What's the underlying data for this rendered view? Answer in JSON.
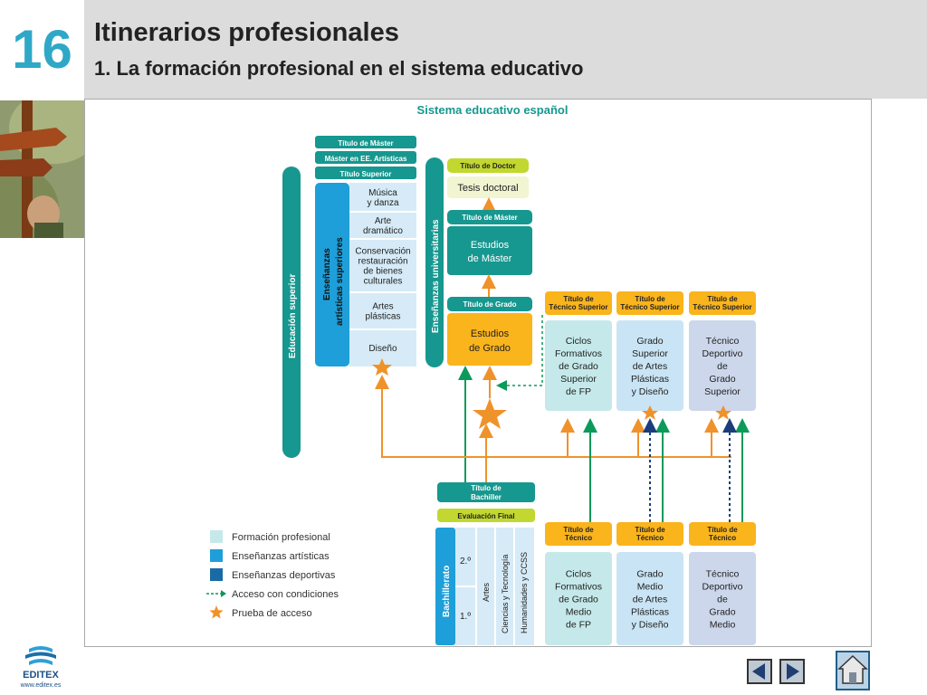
{
  "header": {
    "number": "16",
    "title": "Itinerarios profesionales",
    "subtitle": "1. La formación profesional en el sistema educativo"
  },
  "diagram": {
    "title": "Sistema educativo español",
    "educacion_superior": "Educación superior",
    "artisticas": {
      "side_label_1": "Enseñanzas",
      "side_label_2": "artísticas superiores",
      "titles": [
        "Título de Máster",
        "Máster en EE. Artísticas",
        "Título Superior"
      ],
      "items": [
        [
          "Música",
          "y danza"
        ],
        [
          "Arte",
          "dramático"
        ],
        [
          "Conservación",
          "restauración",
          "de bienes",
          "culturales"
        ],
        [
          "Artes",
          "plásticas"
        ],
        [
          "Diseño"
        ]
      ]
    },
    "universitarias": {
      "side_label": "Enseñanzas universitarias",
      "titulo_doctor": "Título de Doctor",
      "tesis": "Tesis doctoral",
      "titulo_master": "Título de Máster",
      "master": [
        "Estudios",
        "de Máster"
      ],
      "titulo_grado": "Título de Grado",
      "grado": [
        "Estudios",
        "de Grado"
      ]
    },
    "superior_columns": [
      {
        "title": [
          "Título de",
          "Técnico Superior"
        ],
        "body": [
          "Ciclos",
          "Formativos",
          "de Grado",
          "Superior",
          "de FP"
        ]
      },
      {
        "title": [
          "Título de",
          "Técnico Superior"
        ],
        "body": [
          "Grado",
          "Superior",
          "de Artes",
          "Plásticas",
          "y Diseño"
        ]
      },
      {
        "title": [
          "Título de",
          "Técnico Superior"
        ],
        "body": [
          "Técnico",
          "Deportivo",
          "de",
          "Grado",
          "Superior"
        ]
      }
    ],
    "medio_columns": [
      {
        "title": [
          "Título de",
          "Técnico"
        ],
        "body": [
          "Ciclos",
          "Formativos",
          "de Grado",
          "Medio",
          "de FP"
        ]
      },
      {
        "title": [
          "Título de",
          "Técnico"
        ],
        "body": [
          "Grado",
          "Medio",
          "de Artes",
          "Plásticas",
          "y Diseño"
        ]
      },
      {
        "title": [
          "Título de",
          "Técnico"
        ],
        "body": [
          "Técnico",
          "Deportivo",
          "de",
          "Grado",
          "Medio"
        ]
      }
    ],
    "bachiller": {
      "titulo": [
        "Título de",
        "Bachiller"
      ],
      "evaluacion": "Evaluación Final",
      "side": "Bachillerato",
      "cursos": [
        "2.º",
        "1.º"
      ],
      "modalidades": [
        "Artes",
        "Ciencias y Tecnología",
        "Humanidades y CCSS"
      ]
    },
    "legend": [
      {
        "label": "Formación profesional",
        "color": "#c5e9ea"
      },
      {
        "label": "Enseñanzas artísticas",
        "color": "#1e9fd9"
      },
      {
        "label": "Enseñanzas deportivas",
        "color": "#1a6aa5"
      },
      {
        "label": "Acceso con condiciones",
        "color": "#0c9a5a"
      },
      {
        "label": "Prueba de acceso",
        "color": "#f0922a"
      }
    ]
  },
  "footer": {
    "logo_text": "EDITEX",
    "logo_url": "www.editex.es"
  },
  "colors": {
    "teal": "#16978f",
    "yellow": "#fab41c",
    "lime": "#c2d730",
    "orange": "#f0922a",
    "green": "#0c9a5a",
    "navy": "#1a3d7c"
  }
}
